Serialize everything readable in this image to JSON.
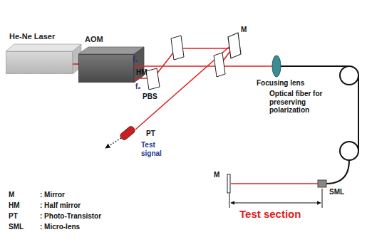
{
  "diagram": {
    "nodes": [
      {
        "text": [
          "He-Ne Laser"
        ]
      },
      {
        "text": [
          "AOM"
        ]
      }
    ],
    "edges": [
      {
        "from": 0,
        "to": 1,
        "arrow": "none"
      }
    ],
    "labels": [
      "f₁",
      "HM",
      "f₂",
      "M",
      "PBS",
      "Focusing lens",
      "Optical fiber for preserving polarization",
      "PT",
      "Test signal",
      "M",
      "SML",
      "Test section",
      "M",
      ": Mirror",
      "HM",
      ": Half mirror",
      "PT",
      ": Photo-Transistor",
      "SML",
      ": Micro-lens"
    ]
  }
}
